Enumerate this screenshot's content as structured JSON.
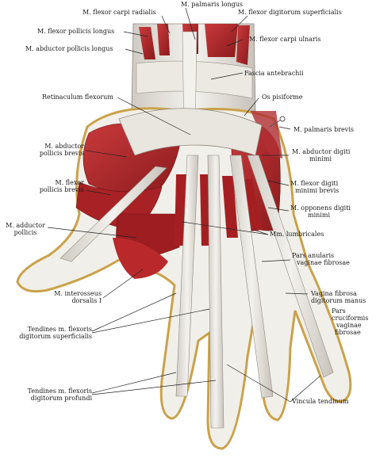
{
  "labels": {
    "palmaris_longus": "M. palmaris longus",
    "flexor_carpi_radialis": "M. flexor carpi radialis",
    "flexor_digitorum_superficialis": "M. flexor digitorum superficialis",
    "flexor_pollicis_longus": "M. flexor pollicis longus",
    "flexor_carpi_ulnaris": "M. flexor carpi ulnaris",
    "abductor_pollicis_longus": "M. abductor pollicis longus",
    "fascia_antebrachii": "Fascia antebrachii",
    "retinaculum_flexorum": "Retinaculum flexorum",
    "os_pisiforme": "Os pisiforme",
    "palmaris_brevis": "M. palmaris brevis",
    "abductor_pollicis_brevis_1": "M. abductor",
    "abductor_pollicis_brevis_2": "pollicis brevis",
    "abductor_digiti_minimi_1": "M. abductor digiti",
    "abductor_digiti_minimi_2": "minimi",
    "flexor_pollicis_brevis_1": "M. flexor",
    "flexor_pollicis_brevis_2": "pollicis brevis",
    "flexor_digiti_minimi_brevis_1": "M. flexor digiti",
    "flexor_digiti_minimi_brevis_2": "minimi brevis",
    "opponens_digiti_minimi_1": "M. opponens digiti",
    "opponens_digiti_minimi_2": "minimi",
    "adductor_pollicis_1": "M. adductor",
    "adductor_pollicis_2": "pollicis",
    "lumbricales": "Mm. lumbricales",
    "pars_anularis_1": "Pars anularis",
    "pars_anularis_2": "vaginae fibrosae",
    "interosseus_dorsalis_1": "M. interosseus",
    "interosseus_dorsalis_2": "dorsalis I",
    "vagina_fibrosa_1": "Vagina fibrosa",
    "vagina_fibrosa_2": "digitorum manus",
    "pars_cruciformis_1": "Pars",
    "pars_cruciformis_2": "cruciformis",
    "pars_cruciformis_3": "vaginae",
    "pars_cruciformis_4": "fibrosae",
    "tendines_superficialis_1": "Tendines m. flexoris",
    "tendines_superficialis_2": "digitorum superficialis",
    "tendines_profundi_1": "Tendines m. flexoris",
    "tendines_profundi_2": "digitorum profundi",
    "vincula_tendinum": "Vincula tendinum"
  },
  "colors": {
    "muscle": "#b8262a",
    "muscle_dark": "#7e1215",
    "tendon": "#e7e4df",
    "skin_edge": "#c9a24a",
    "leader": "#222222"
  }
}
